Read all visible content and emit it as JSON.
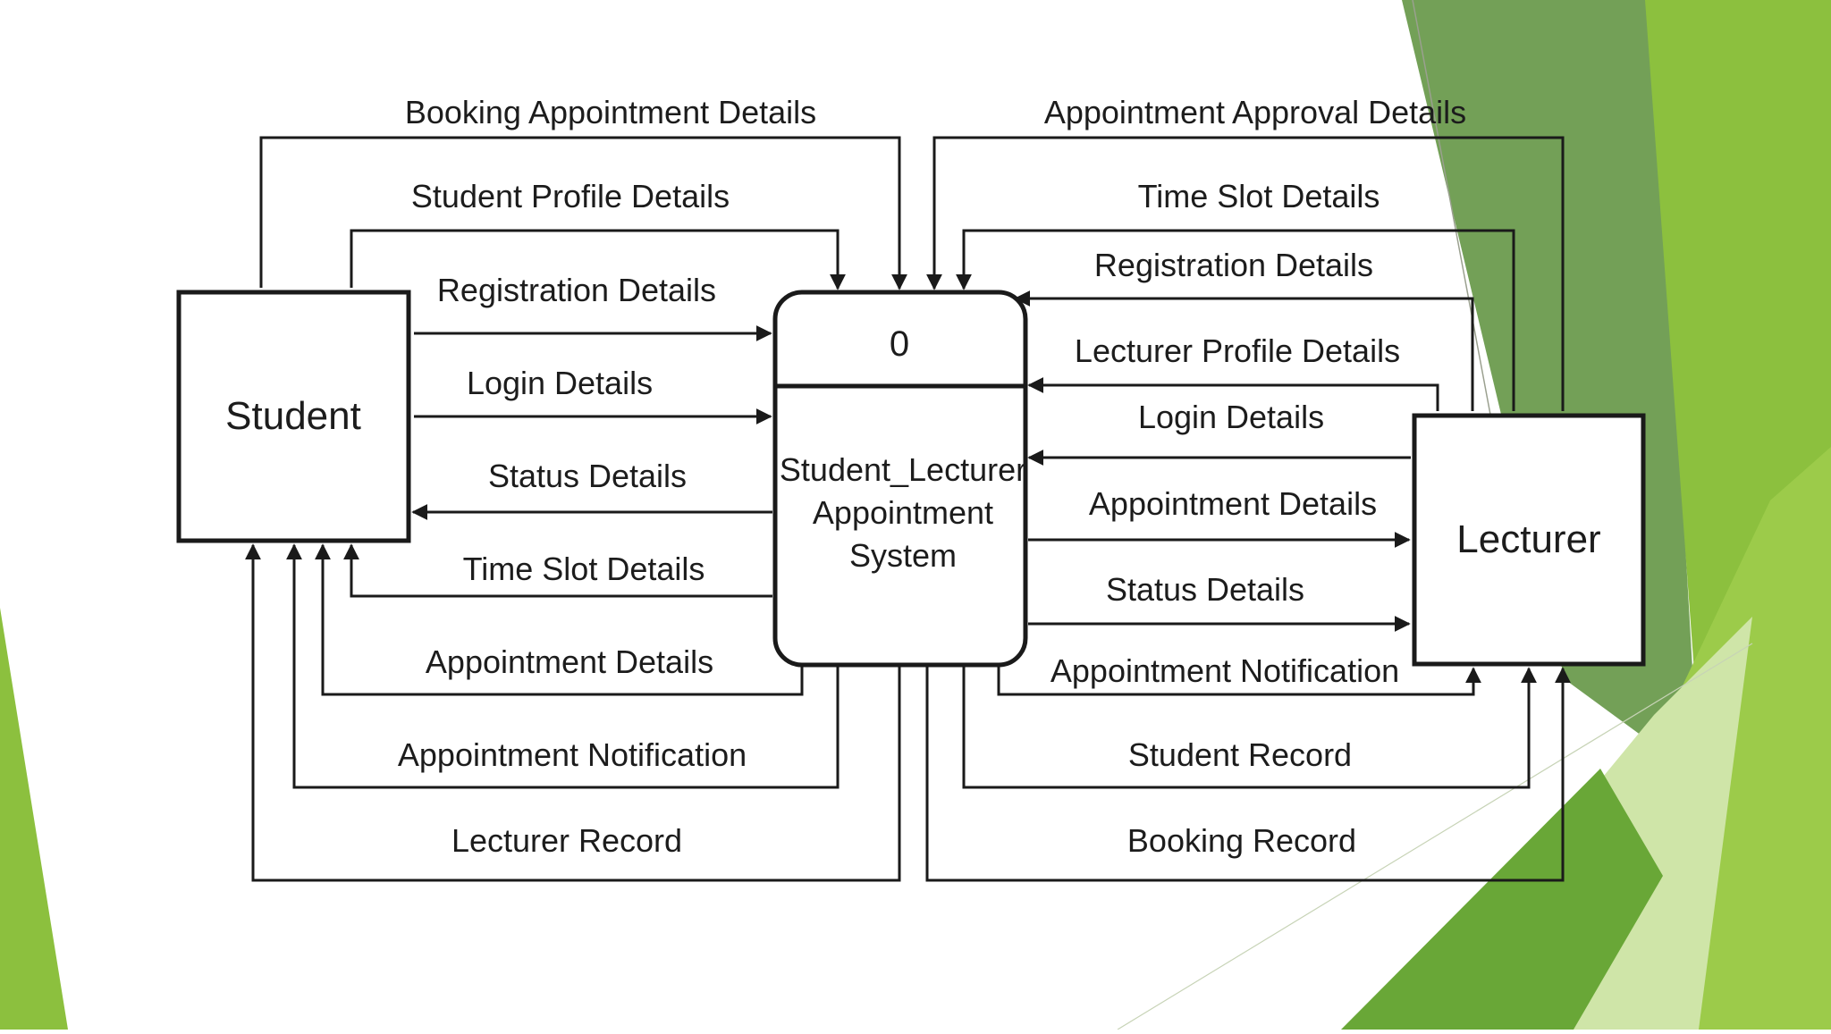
{
  "diagram": {
    "title": "",
    "process": {
      "number": "0",
      "name_lines": [
        "Student_Lecturer",
        "Appointment",
        "System"
      ]
    },
    "entities": {
      "student": "Student",
      "lecturer": "Lecturer"
    },
    "flows": {
      "student_booking_appointment": "Booking Appointment Details",
      "student_profile": "Student Profile Details",
      "student_registration": "Registration Details",
      "student_login": "Login Details",
      "status_to_student": "Status Details",
      "time_slot_to_student": "Time Slot Details",
      "appointment_to_student": "Appointment Details",
      "notification_to_student": "Appointment Notification",
      "lecturer_record_to_student": "Lecturer Record",
      "lecturer_approval": "Appointment Approval Details",
      "lecturer_time_slot": "Time Slot Details",
      "lecturer_registration": "Registration Details",
      "lecturer_profile": "Lecturer Profile Details",
      "lecturer_login": "Login Details",
      "appointment_to_lecturer": "Appointment Details",
      "status_to_lecturer": "Status Details",
      "notification_to_lecturer": "Appointment Notification",
      "student_record_to_lecturer": "Student Record",
      "booking_record_to_lecturer": "Booking Record"
    }
  },
  "theme": {
    "line_color": "#1a1a1a",
    "green_dark": "#4e8a2a",
    "green_mid": "#7bb243",
    "green_light": "#9ccb4a",
    "green_pale": "#cfe5a8"
  }
}
